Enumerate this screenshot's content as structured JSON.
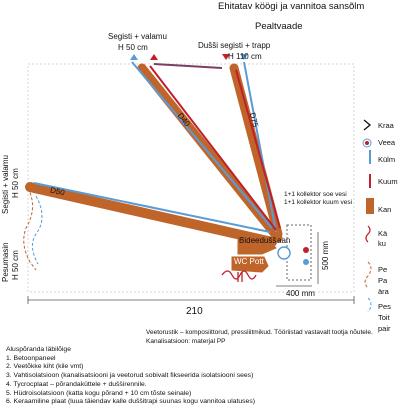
{
  "title": "Ehitatav köögi ja vannitoa sansõlm",
  "subtitle": "Pealtvaade",
  "labels": {
    "segisti_top": "Segisti + valamu",
    "segisti_top_h": "H 50 cm",
    "dush_top": "Dušši segisti + trapp",
    "dush_top_h": "H 110 cm",
    "pipe_d40": "D40",
    "pipe_d75": "D75",
    "pipe_d50": "D50",
    "left_segisti": "Segisti + valamu",
    "left_segisti_h": "H 50 cm",
    "left_pesumasin": "Pesumasin",
    "left_pesumasin_h": "H 50 cm",
    "kollektor_soe": "1+1 kollektor soe vesi",
    "kollektor_kuum": "1+1 kollektor kuum vesi",
    "bideeduss": "Bideedušš",
    "aan": "aan",
    "wc_pott": "WC Pott",
    "dim_500": "500 mm",
    "dim_400": "400 mm",
    "dim_210": "210"
  },
  "footer": {
    "line1": "Veetorustik – komposiittorud, pressliitmikud. Tööriistad vastavalt tootja nõutele.",
    "line2": "Kanalisatsioon: materjal PP"
  },
  "notes": {
    "heading": "Aluspõranda läbilõige",
    "items": [
      "1. Betoonpaneel",
      "2. Veetõkke kiht (kile vmt)",
      "3. Vahtisolatsioon (kanalisatsiooni ja veetorud sobivalt fikseerida isolatsiooni sees)",
      "4. Tycrocplaat – põrandaküttele + dušširennile.",
      "5. Hüdroisolatsioon (katta kogu põrand + 10 cm tõste seinale)",
      "6. Keraamiline plaat (luua täiendav kalle duššitrapi suunas kogu vannitoa ulatuses)"
    ]
  },
  "legend": {
    "kraan": "Kraa",
    "vee": "Veea",
    "kulm": "Külm",
    "kuum": "Kuum",
    "kan": "Kan",
    "ka2a": "Kä",
    "ka2b": "ku",
    "pe1a": "Pe",
    "pe1b": "Pa",
    "pe1c": "ära",
    "pe2a": "Pes",
    "pe2b": "Toit",
    "pe2c": "pair"
  },
  "colors": {
    "drain": "#c0652a",
    "cold": "#5b9bd5",
    "hot": "#c0202a",
    "mixed": "#7a3f63",
    "dim": "#555555",
    "wall": "#cfcfcf"
  }
}
